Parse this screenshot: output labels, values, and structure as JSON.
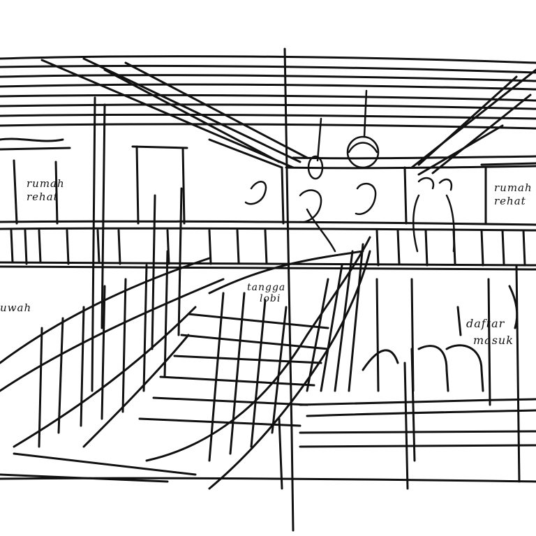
{
  "labels": {
    "left_upper_line1": "rumah",
    "left_upper_line2": "rehat",
    "right_upper_line1": "rumah",
    "right_upper_line2": "rehat",
    "left_lower": "uwah",
    "center_line1": "tangga",
    "center_line2": "lobi",
    "right_lower_line1": "daftar",
    "right_lower_line2": "masuk"
  },
  "colors": {
    "ink": "#111111",
    "paper": "#ffffff"
  }
}
